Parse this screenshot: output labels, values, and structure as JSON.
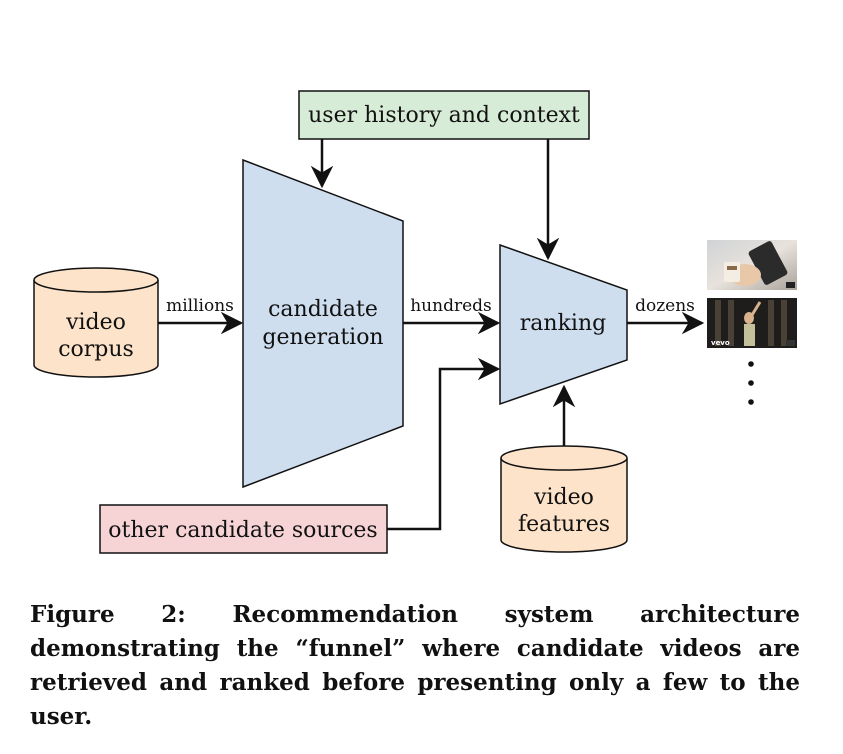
{
  "nodes": {
    "user_history": "user history and context",
    "video_corpus": [
      "video",
      "corpus"
    ],
    "candidate_generation": [
      "candidate",
      "generation"
    ],
    "ranking": "ranking",
    "other_sources": "other candidate sources",
    "video_features": [
      "video",
      "features"
    ]
  },
  "edges": {
    "millions": "millions",
    "hundreds": "hundreds",
    "dozens": "dozens"
  },
  "thumbnail_badge": "vevo",
  "caption": "Figure 2: Recommendation system architecture demonstrating the “funnel” where candidate videos are retrieved and ranked before presenting only a few to the user.",
  "colors": {
    "funnel_fill": "#cfdeef",
    "corpus_fill": "#fde3c9",
    "context_fill": "#d7ecd6",
    "sources_fill": "#f6d3d5",
    "stroke": "#111111"
  }
}
